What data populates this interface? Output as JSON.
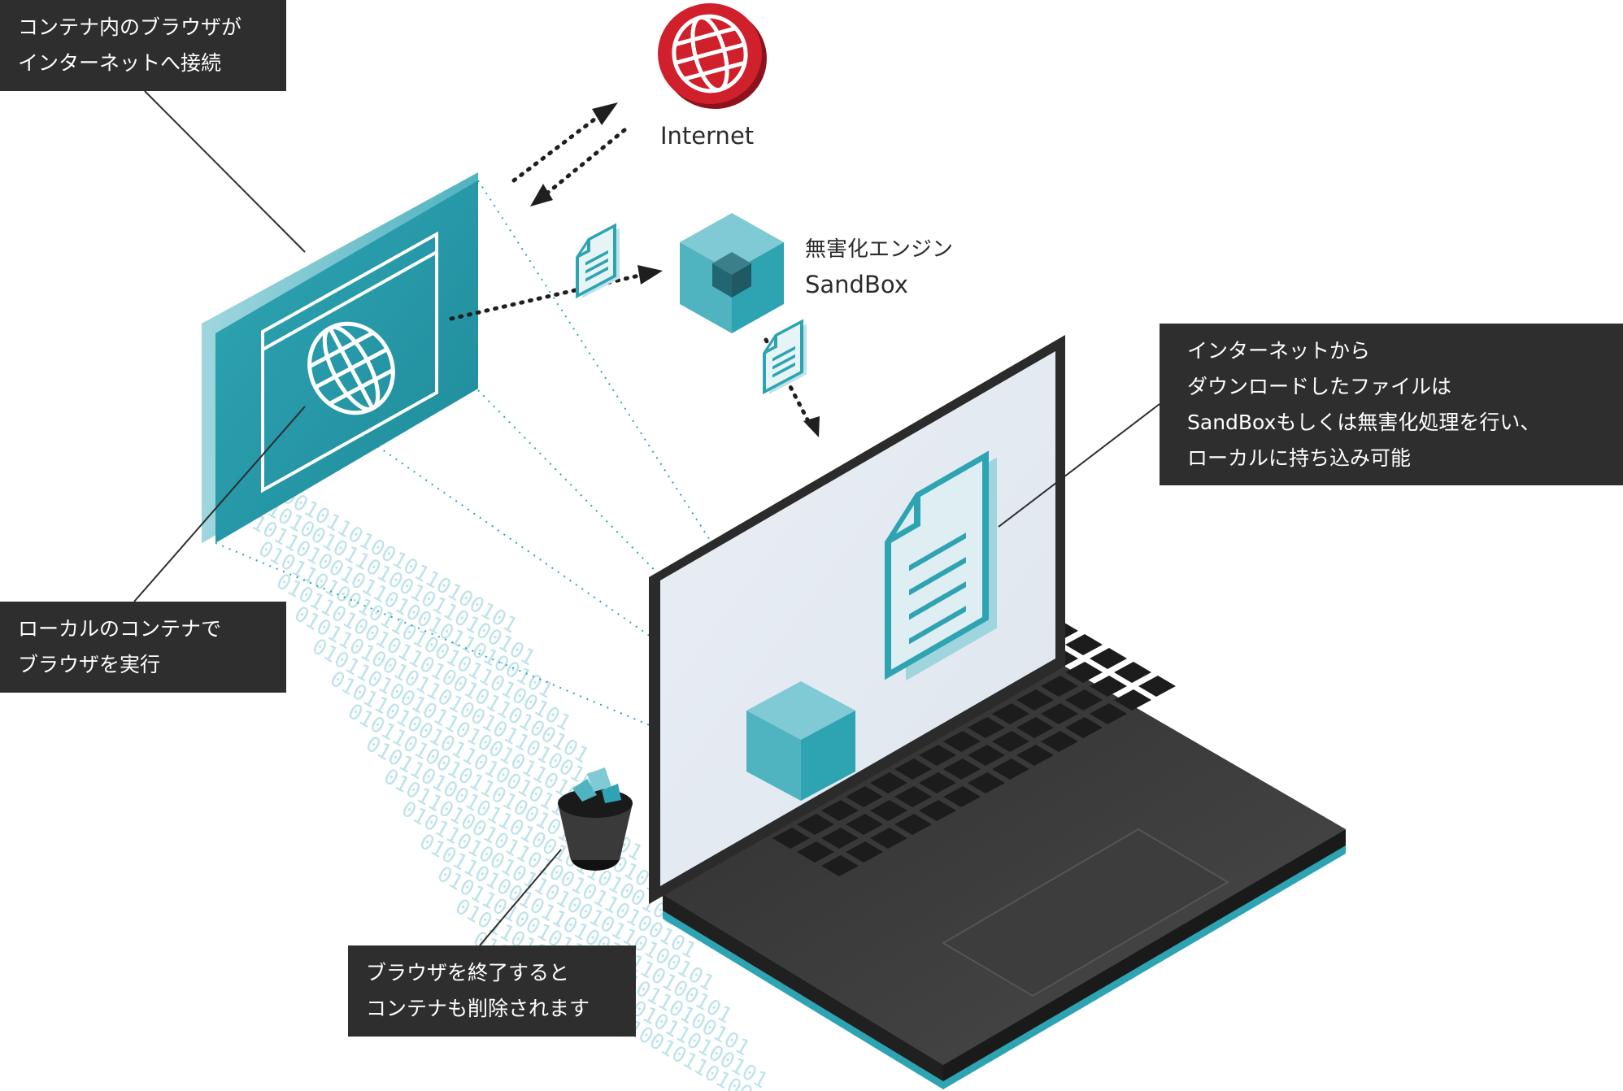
{
  "callouts": {
    "container_internet": [
      "コンテナ内のブラウザが",
      "インターネットへ接続"
    ],
    "local_container": [
      "ローカルのコンテナで",
      "ブラウザを実行"
    ],
    "sandbox_download": [
      "インターネットから",
      "ダウンロードしたファイルは",
      "SandBoxもしくは無害化処理を行い、",
      "ローカルに持ち込み可能"
    ],
    "browser_exit": [
      "ブラウザを終了すると",
      "コンテナも削除されます"
    ]
  },
  "labels": {
    "internet": "Internet",
    "engine_line1": "無害化エンジン",
    "engine_line2": "SandBox"
  },
  "colors": {
    "teal": "#2ea3b2",
    "teal_dark": "#1f8593",
    "teal_light": "#8fd0da",
    "globe_red": "#d0202c",
    "callout_bg": "#2e2e2e",
    "laptop_body": "#3a3a3a"
  },
  "icons": [
    "globe-icon",
    "document-icon",
    "cube-icon",
    "trash-bin-icon"
  ]
}
